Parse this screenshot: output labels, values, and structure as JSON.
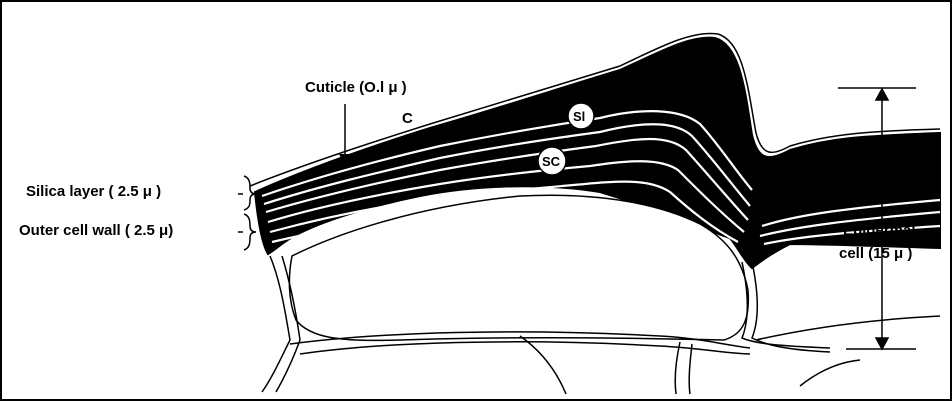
{
  "labels": {
    "cuticle": "Cuticle (O.l μ )",
    "cuticle_letter": "C",
    "silica_layer": "Silica layer ( 2.5 μ )",
    "outer_cell_wall": "Outer cell wall ( 2.5 μ)",
    "epidermal_line1": "Epidermal",
    "epidermal_line2": "cell (15 μ )",
    "marker_si": "Sl",
    "marker_sc": "SC"
  }
}
